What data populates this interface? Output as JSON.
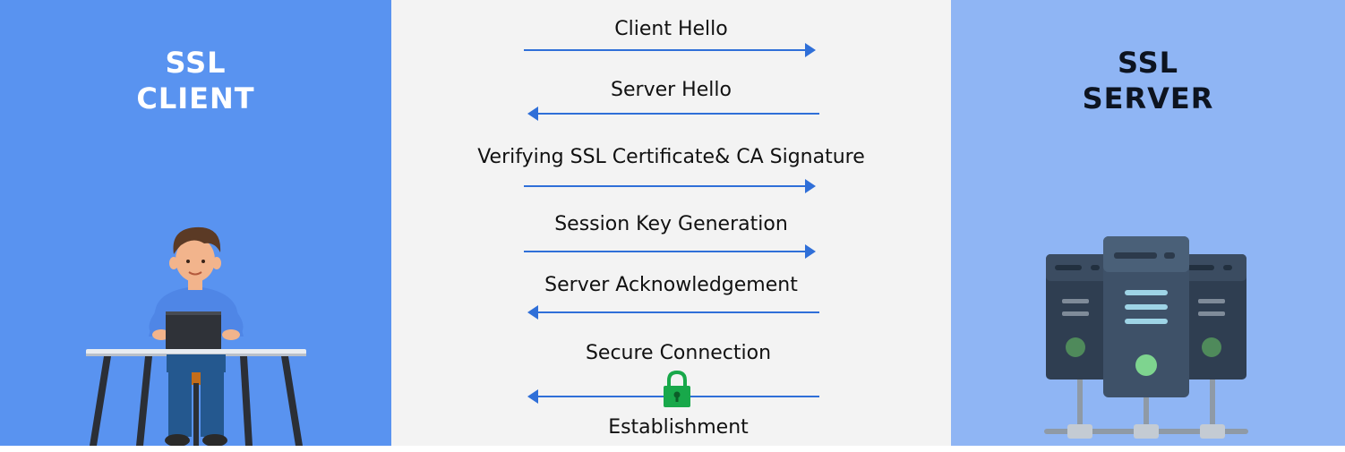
{
  "client": {
    "title_line1": "SSL",
    "title_line2": "CLIENT"
  },
  "server": {
    "title_line1": "SSL",
    "title_line2": "SERVER"
  },
  "steps": [
    {
      "label": "Client Hello",
      "direction": "right"
    },
    {
      "label": "Server Hello",
      "direction": "left"
    },
    {
      "label": "Verifying SSL Certificate& CA Signature",
      "direction": "right"
    },
    {
      "label": "Session Key Generation",
      "direction": "right"
    },
    {
      "label": "Server Acknowledgement",
      "direction": "left"
    },
    {
      "label": "Secure Connection",
      "label2": "Establishment",
      "direction": "left",
      "icon": "padlock-icon"
    }
  ],
  "colors": {
    "client_bg": "#5993f0",
    "middle_bg": "#f3f3f3",
    "server_bg": "#8fb5f4",
    "arrow": "#2f6fd8",
    "lock": "#18a84a"
  },
  "icons": [
    "person-at-laptop-illustration",
    "server-rack-illustration",
    "padlock-icon",
    "arrow-right-icon",
    "arrow-left-icon"
  ]
}
